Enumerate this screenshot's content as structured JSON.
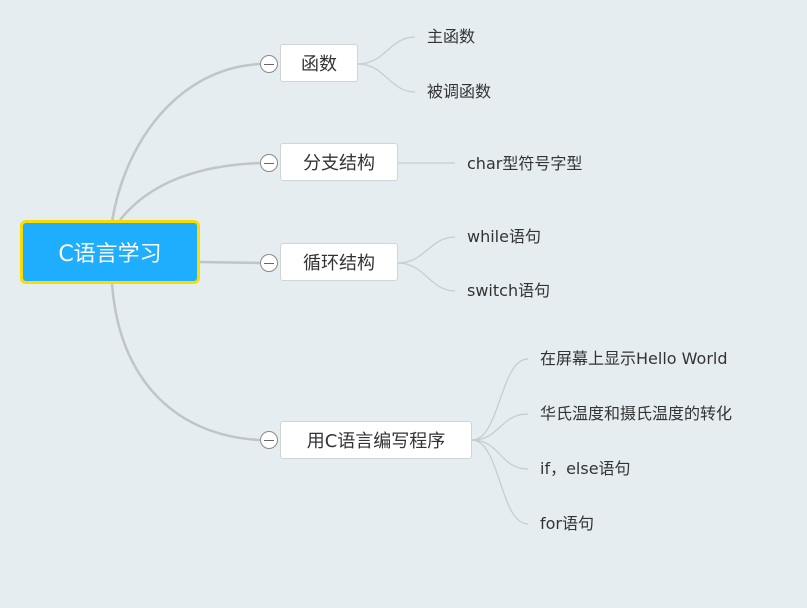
{
  "root": {
    "label": "C语言学习"
  },
  "branches": [
    {
      "label": "函数",
      "children": [
        "主函数",
        "被调函数"
      ]
    },
    {
      "label": "分支结构",
      "children": [
        "char型符号字型"
      ]
    },
    {
      "label": "循环结构",
      "children": [
        "while语句",
        "switch语句"
      ]
    },
    {
      "label": "用C语言编写程序",
      "children": [
        "在屏幕上显示Hello World",
        "华氏温度和摄氏温度的转化",
        "if，else语句",
        "for语句"
      ]
    }
  ],
  "colors": {
    "root_fill": "#1fadfd",
    "root_border": "#fadc00",
    "background": "#e5edf1"
  }
}
